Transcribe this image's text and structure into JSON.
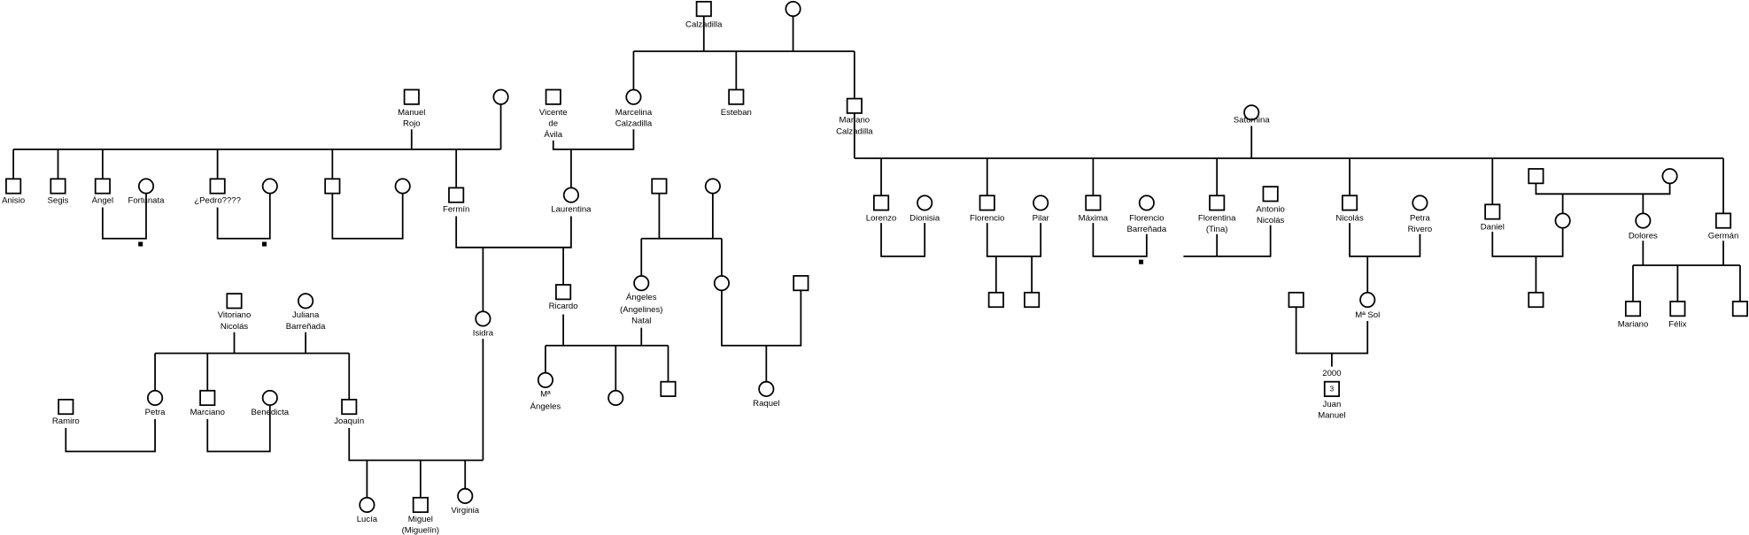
{
  "labels": {
    "calzadilla": "Calzadilla",
    "marcelina": [
      "Marcelina",
      "Calzadilla"
    ],
    "esteban": "Esteban",
    "mariano_c": [
      "Mariano",
      "Calzadilla"
    ],
    "vicente": [
      "Vicente",
      "de",
      "Ávila"
    ],
    "laurentina": "Laurentina",
    "manuel": [
      "Manuel",
      "Rojo"
    ],
    "anisio": "Anisio",
    "segis": "Segis",
    "angel": "Ángel",
    "fortunata": "Fortunata",
    "pedro": "¿Pedro????",
    "fermin": "Fermín",
    "isidra": "Isidra",
    "ricardo": "Ricardo",
    "vitoriano": [
      "Vitoriano",
      "Nicolás"
    ],
    "juliana": [
      "Juliana",
      "Barreñada"
    ],
    "ramiro": "Ramiro",
    "petra": "Petra",
    "marciano": "Marciano",
    "benedicta": "Benedicta",
    "joaquin": "Joaquín",
    "lucia": "Lucía",
    "miguel": [
      "Miguel",
      "(Miguelín)"
    ],
    "virginia": "Virginia",
    "angeles": [
      "Ángeles",
      "(Angelines)",
      "Natal"
    ],
    "ma_angeles": [
      "Mª",
      "Ángeles"
    ],
    "raquel": "Raquel",
    "saturnina": "Saturnina",
    "lorenzo": "Lorenzo",
    "dionisia": "Dionisia",
    "florencio": "Florencio",
    "pilar": "Pilar",
    "maxima": "Máxima",
    "florencio_b": [
      "Florencio",
      "Barreñada"
    ],
    "florentina": [
      "Florentina",
      "(Tina)"
    ],
    "antonio": [
      "Antonio",
      "Nicolás"
    ],
    "nicolas": "Nicolás",
    "petra_r": [
      "Petra",
      "Rivero"
    ],
    "ma_sol": "Mª Sol",
    "juan_manuel": [
      "Juan",
      "Manuel"
    ],
    "daniel": "Daniel",
    "dolores": "Dolores",
    "german": "Germán",
    "mariano": "Mariano",
    "felix": "Félix"
  },
  "annotations": {
    "birth_year": "2000",
    "sibling_count": "3"
  }
}
